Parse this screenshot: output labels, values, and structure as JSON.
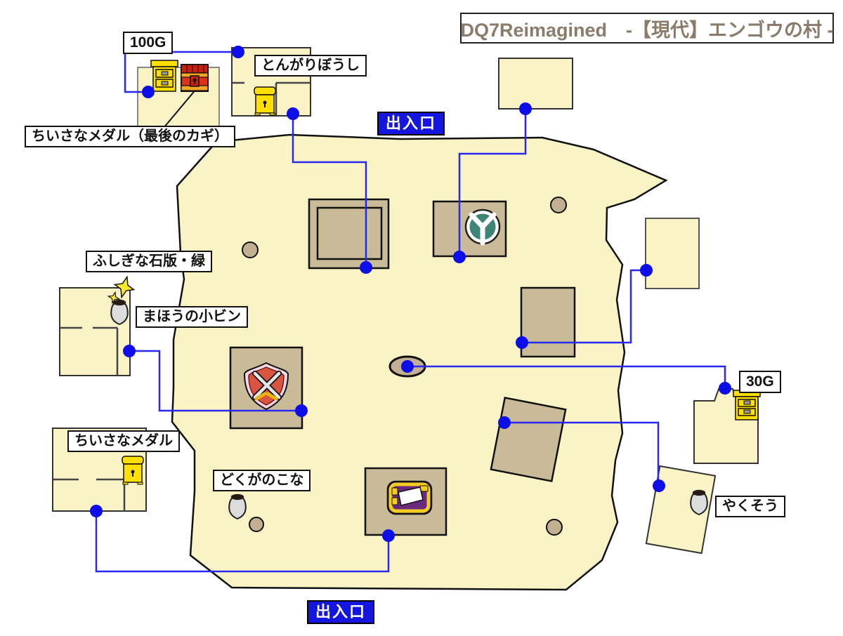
{
  "title": {
    "text": "DQ7Reimagined　-【現代】エンゴウの村 -"
  },
  "entrances": {
    "top": "出入口",
    "bottom": "出入口"
  },
  "labels": {
    "gold100": "100G",
    "tongari": "とんがりぼうし",
    "medal_key": "ちいさなメダル（最後のカギ）",
    "sekiban": "ふしぎな石版・緑",
    "kobin": "まほうの小ビン",
    "medal": "ちいさなメダル",
    "dokuga": "どくがのこな",
    "gold30": "30G",
    "yakusou": "やくそう"
  },
  "icons": {
    "dresser": "dresser-icon",
    "treasure_chest": "treasure-chest-icon",
    "cabinet": "cabinet-icon",
    "armor_shop": "armor-shop-icon",
    "weapon_shop": "weapon-shop-icon",
    "inn_bed": "inn-bed-icon",
    "pot": "pot-icon",
    "sparkle": "sparkle-icon",
    "well": "well-icon"
  },
  "colors": {
    "ground": "#FAF3C6",
    "building": "#FAF3C6",
    "tan": "#C9BB97",
    "rock": "#C3AF92",
    "line": "#2828F0",
    "dot": "#0D0DE8",
    "entrance_bg": "#1515E0",
    "title": "#8B7B6B",
    "chest_red": "#E0301A",
    "furniture_yellow": "#FFE000",
    "inn_purple": "#6B2A7D",
    "armor_teal": "#3E8577",
    "weapon_red": "#D85540"
  }
}
